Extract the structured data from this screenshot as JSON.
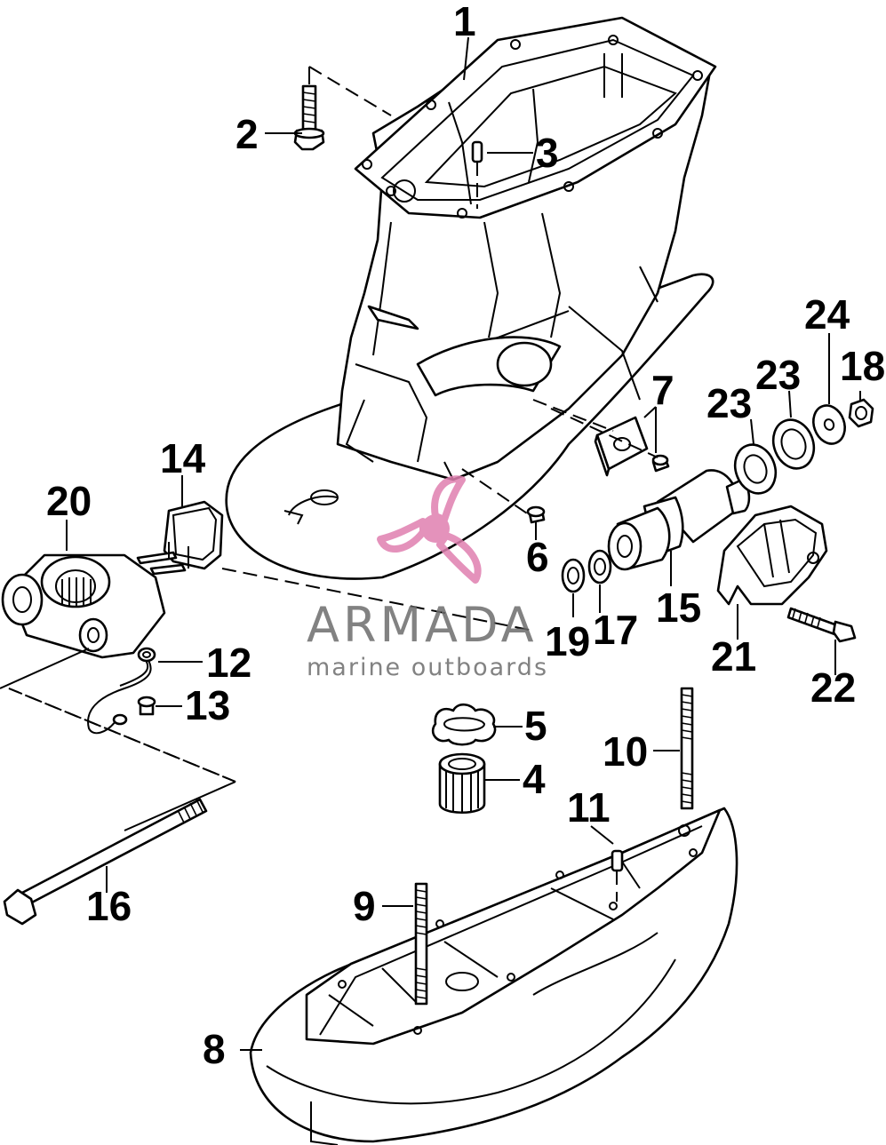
{
  "diagram": {
    "labels": {
      "p1": "1",
      "p2": "2",
      "p3": "3",
      "p4": "4",
      "p5": "5",
      "p6": "6",
      "p7": "7",
      "p8": "8",
      "p9": "9",
      "p10": "10",
      "p11": "11",
      "p12": "12",
      "p13": "13",
      "p14": "14",
      "p15": "15",
      "p16": "16",
      "p17": "17",
      "p18": "18",
      "p19": "19",
      "p20": "20",
      "p21": "21",
      "p22": "22",
      "p23a": "23",
      "p23b": "23",
      "p24": "24"
    }
  },
  "watermark": {
    "brand": "ARMADA",
    "tagline": "marine outboards",
    "color": "#e07fb0",
    "text_color": "#6d6d6d"
  }
}
